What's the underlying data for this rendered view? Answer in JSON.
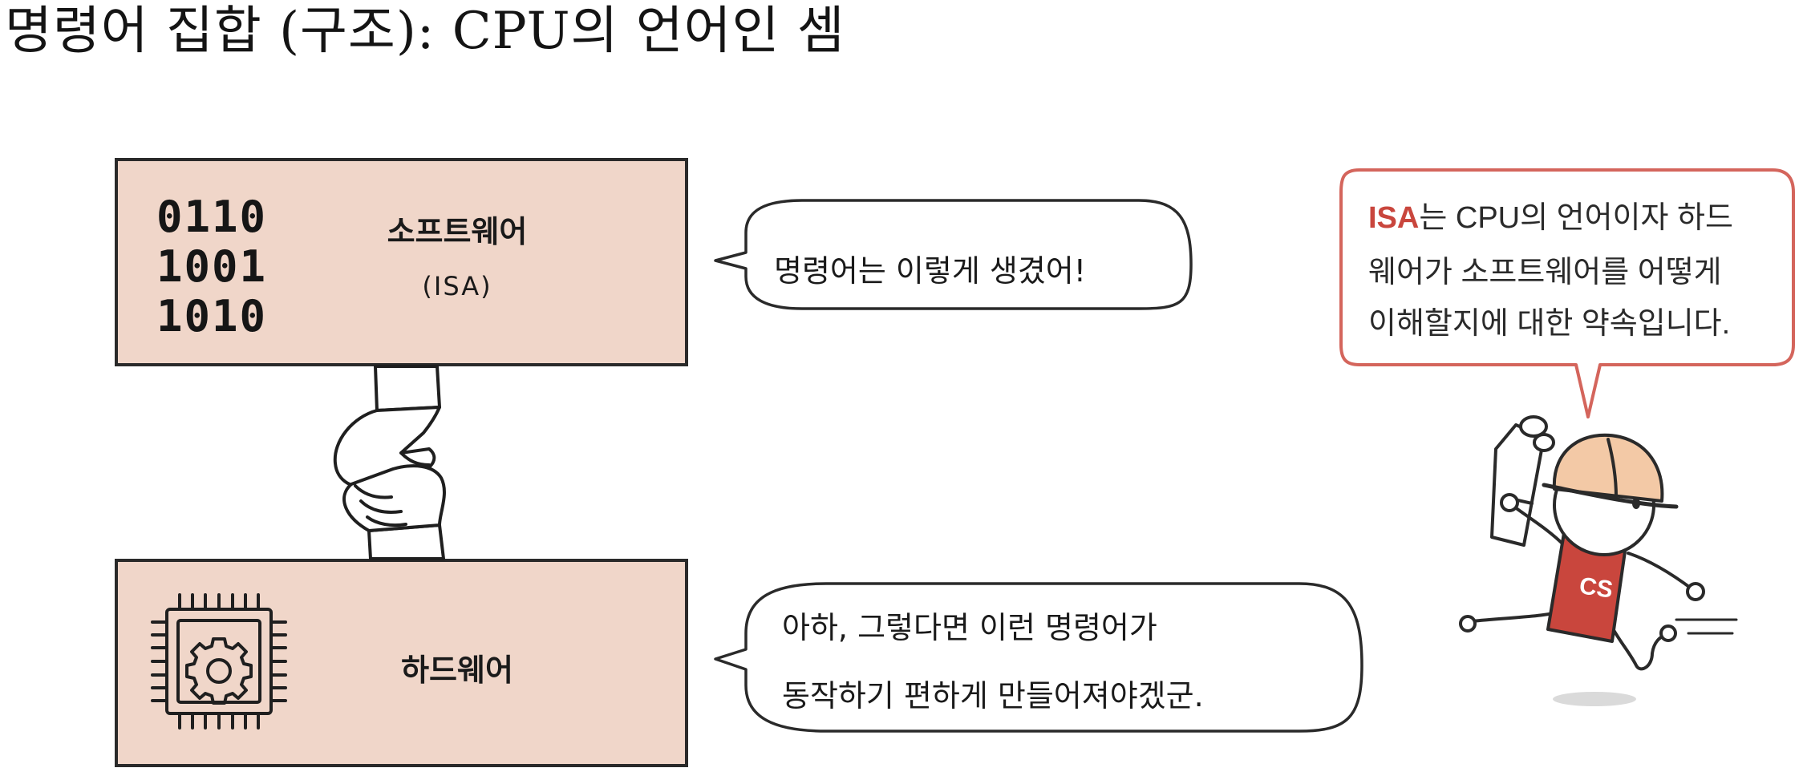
{
  "title": "명령어 집합 (구조): CPU의 언어인 셈",
  "software_box": {
    "binary": [
      "0110",
      "1001",
      "1010"
    ],
    "label": "소프트웨어",
    "sublabel": "(ISA)"
  },
  "hardware_box": {
    "label": "하드웨어",
    "icon": "cpu-gear-icon"
  },
  "bubble_software": {
    "text": "명령어는 이렇게 생겼어!"
  },
  "bubble_hardware": {
    "line1": "아하, 그렇다면 이런 명령어가",
    "line2": "동작하기 편하게 만들어져야겠군."
  },
  "note": {
    "accent": "ISA",
    "line1_rest": "는 CPU의 언어이자 하드",
    "line2": "웨어가 소프트웨어를 어떻게",
    "line3": "이해할지에 대한 약속입니다."
  },
  "mascot": {
    "badge": "CS"
  },
  "colors": {
    "box_fill": "#f0d6c9",
    "accent": "#c9463d",
    "note_border": "#d4655c",
    "mascot_shirt": "#c9463d",
    "helmet": "#f3c9a6"
  },
  "icons": [
    "handshake-icon",
    "cpu-gear-icon",
    "gear-icon"
  ]
}
